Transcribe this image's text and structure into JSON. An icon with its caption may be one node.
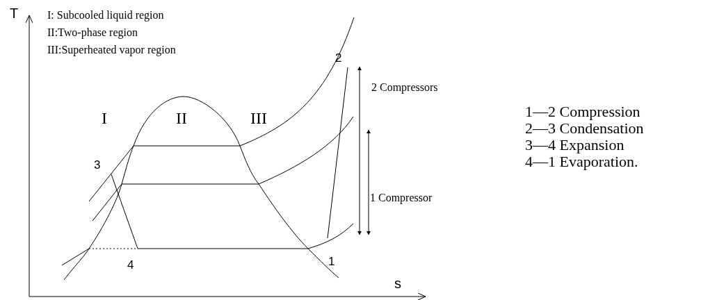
{
  "diagram": {
    "labels": [
      "T",
      "I: Subcooled liquid region",
      "II:Two-phase region",
      "III:Superheated vapor region",
      "2",
      "2 Compressors",
      "I",
      "II",
      "III",
      "1—2 Compression",
      "2—3 Condensation",
      "3—4 Expansion",
      "4—1 Evaporation.",
      "3",
      "1 Compressor",
      "1",
      "4",
      "s"
    ]
  }
}
